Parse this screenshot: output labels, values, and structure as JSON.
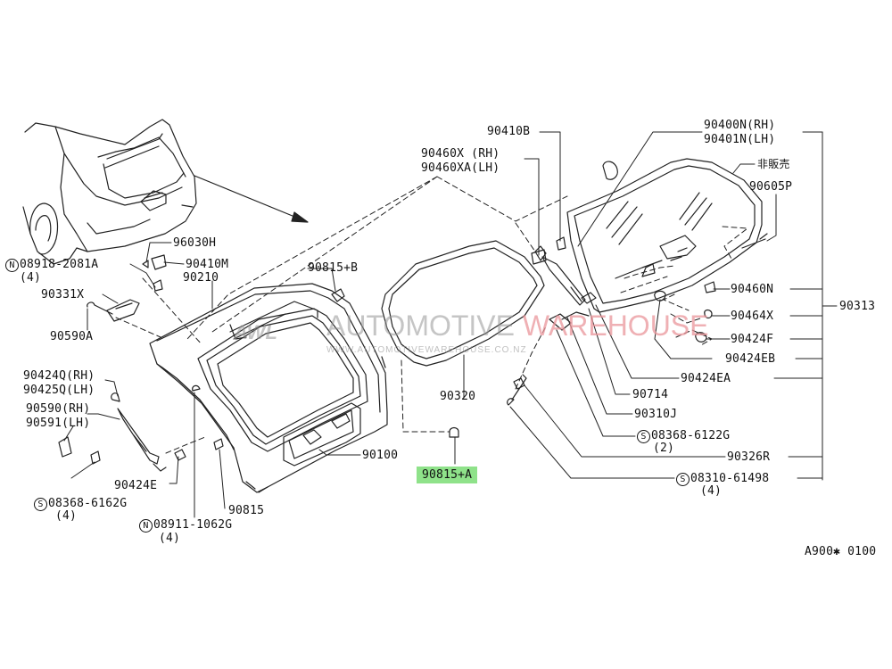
{
  "diagram": {
    "code": "A900✱ 0100",
    "watermark": {
      "logo": "AWL",
      "brand_a": "AUTOMOTIVE ",
      "brand_b": "WAREHOUSE",
      "url": "WWW.AUTOMOTIVEWAREHOUSE.CO.NZ"
    },
    "highlight": "90815+A",
    "parts": {
      "p90400N": "90400N(RH)",
      "p90401N": "90401N(LH)",
      "p90410B": "90410B",
      "p90460X": "90460X (RH)",
      "p90460XA": "90460XA(LH)",
      "pNotSold": "非販売",
      "p90605P": "90605P",
      "p96030H": "96030H",
      "p08918a": "08918-2081A",
      "p08918b": "(4)",
      "p90410M": "90410M",
      "p90210": "90210",
      "p90815B": "90815+B",
      "p90331X": "90331X",
      "p90590A": "90590A",
      "p90460N": "90460N",
      "p90313": "90313",
      "p90464X": "90464X",
      "p90424F": "90424F",
      "p90424EB": "90424EB",
      "p90424EA": "90424EA",
      "p90320": "90320",
      "p90714": "90714",
      "p90424Q": "90424Q(RH)",
      "p90425Q": "90425Q(LH)",
      "p90590RH": "90590(RH)",
      "p90591LH": "90591(LH)",
      "p90310J": "90310J",
      "p08368_6122a": "08368-6122G",
      "p08368_6122b": "(2)",
      "p90100": "90100",
      "p90326R": "90326R",
      "p90424E": "90424E",
      "p08310a": "08310-61498",
      "p08310b": "(4)",
      "p08368_6162a": "08368-6162G",
      "p08368_6162b": "(4)",
      "p90815": "90815",
      "p08911a": "08911-1062G",
      "p08911b": "(4)",
      "markN": "N",
      "markS": "S"
    }
  }
}
